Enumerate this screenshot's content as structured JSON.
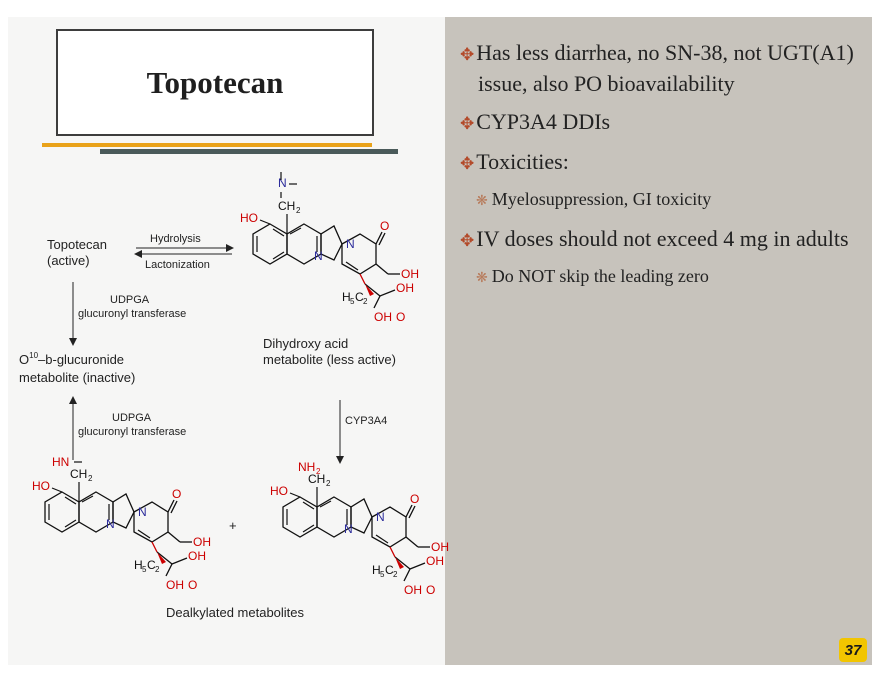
{
  "title": "Topotecan",
  "bullets": [
    {
      "text": "Has less diarrhea, no SN-38, not UGT(A1) issue, also PO bioavailability",
      "level": 1
    },
    {
      "text": "CYP3A4 DDIs",
      "level": 1
    },
    {
      "text": "Toxicities:",
      "level": 1
    },
    {
      "text": "Myelosuppression, GI toxicity",
      "level": 2
    },
    {
      "text": "IV doses should not exceed 4 mg in adults",
      "level": 1
    },
    {
      "text": "Do NOT skip the leading zero",
      "level": 2
    }
  ],
  "page_number": "37",
  "diagram": {
    "topotecan_line1": "Topotecan",
    "topotecan_line2": "(active)",
    "hydrolysis": "Hydrolysis",
    "lactonization": "Lactonization",
    "udpga_top_1": "UDPGA",
    "udpga_top_2": "glucuronyl transferase",
    "glucuronide_line1": "O10-b-glucuronide",
    "glucuronide_line2": "metabolite (inactive)",
    "dihydroxy_line1": "Dihydroxy acid",
    "dihydroxy_line2": "metabolite (less active)",
    "udpga_bottom_1": "UDPGA",
    "udpga_bottom_2": "glucuronyl transferase",
    "cyp": "CYP3A4",
    "plus": "+",
    "dealkylated": "Dealkylated metabolites"
  },
  "colors": {
    "accent_orange": "#e9a21a",
    "accent_dark": "#4a5a5a",
    "panel": "#c7c3bc",
    "badge": "#f2c500",
    "heteroatom_red": "#cc0000",
    "heteroatom_blue": "#2a2a9a"
  }
}
